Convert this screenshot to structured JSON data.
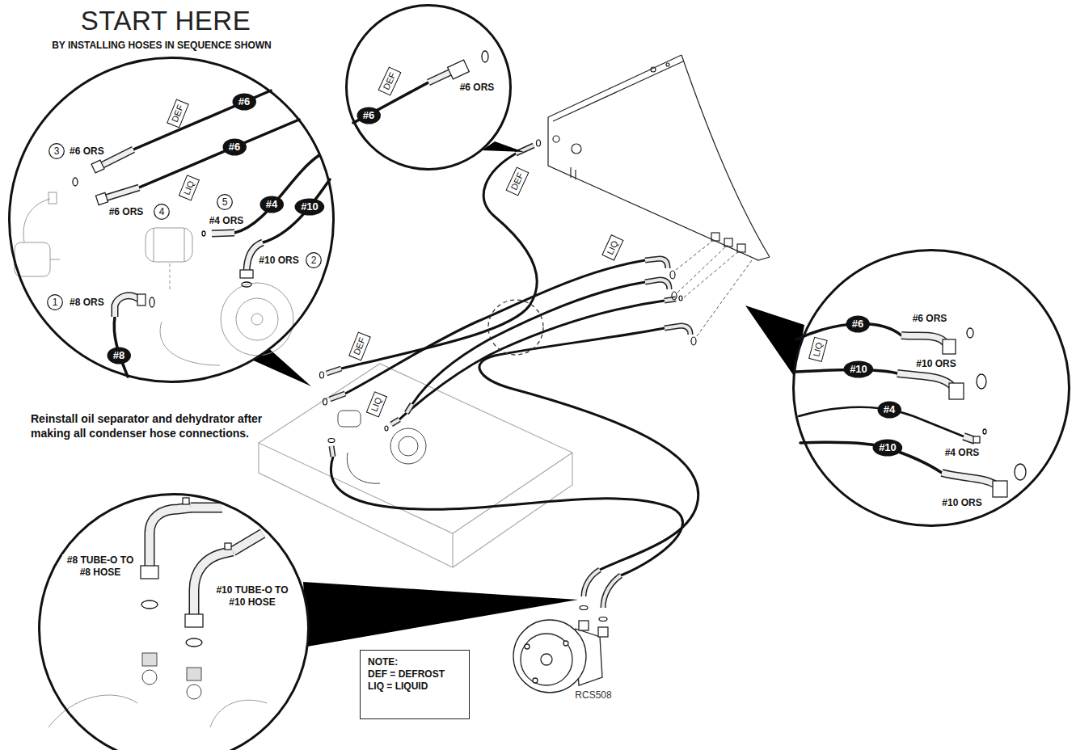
{
  "diagram": {
    "title": "START HERE",
    "nodes": [
      {
        "text": [
          "#6 ORS",
          "#6 ORS",
          "#4 ORS",
          "#10 ORS",
          "#8 ORS"
        ]
      },
      {
        "text": [
          "DEF"
        ],
        "in": 0
      },
      {
        "text": [
          "#6"
        ],
        "in": 0
      },
      {
        "text": [
          "#6"
        ],
        "in": 0
      },
      {
        "text": [
          "3"
        ],
        "in": 0
      },
      {
        "text": [
          "LIQ"
        ],
        "in": 0
      },
      {
        "text": [
          "4"
        ],
        "in": 0
      },
      {
        "text": [
          "5"
        ],
        "in": 0
      },
      {
        "text": [
          "#4"
        ],
        "in": 0
      },
      {
        "text": [
          "#10"
        ],
        "in": 0
      },
      {
        "text": [
          "2"
        ],
        "in": 0
      },
      {
        "text": [
          "1"
        ],
        "in": 0
      },
      {
        "text": [
          "#8"
        ],
        "in": 0
      },
      {
        "text": [
          "#6 ORS"
        ]
      },
      {
        "text": [
          "DEF"
        ],
        "in": 13
      },
      {
        "text": [
          "#6"
        ],
        "in": 13
      },
      {
        "text": [
          "DEF"
        ]
      },
      {
        "text": [
          "LIQ"
        ]
      },
      {
        "text": [
          "#6 ORS",
          "#10 ORS",
          "#4 ORS",
          "#10 ORS"
        ]
      },
      {
        "text": [
          "#6"
        ],
        "in": 18
      },
      {
        "text": [
          "LIQ"
        ],
        "in": 18
      },
      {
        "text": [
          "#10"
        ],
        "in": 18
      },
      {
        "text": [
          "#4"
        ],
        "in": 18
      },
      {
        "text": [
          "#10"
        ],
        "in": 18
      },
      {
        "text": [
          "DEF"
        ]
      },
      {
        "text": [
          "LIQ"
        ]
      },
      {
        "text": [
          "#8 TUBE-O TO #8 HOSE",
          "#10 TUBE-O TO #10 HOSE"
        ]
      },
      {
        "text": [
          "NOTE:",
          "DEF = DEFROST",
          "LIQ = LIQUID"
        ]
      }
    ],
    "labels": [
      "BY INSTALLING HOSES IN SEQUENCE SHOWN",
      "Reinstall oil separator and dehydrator after making all condenser hose connections.",
      "RCS508"
    ]
  }
}
